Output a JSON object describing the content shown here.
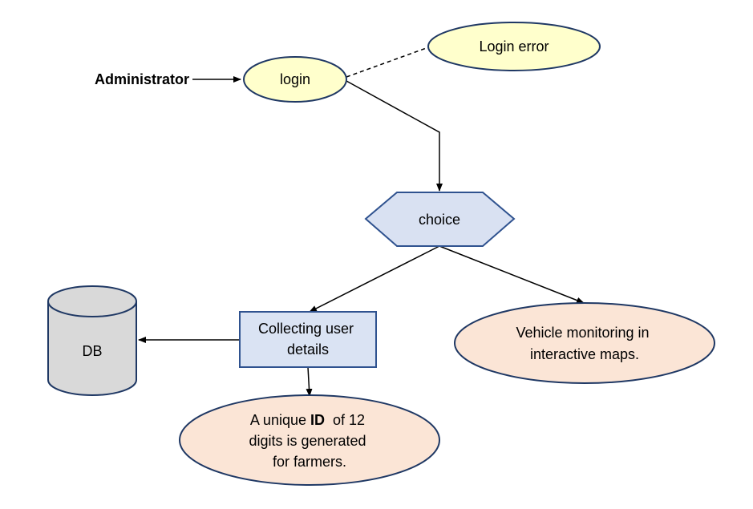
{
  "actor": {
    "label": "Administrator"
  },
  "nodes": {
    "login": {
      "label": "login"
    },
    "login_error": {
      "label": "Login error"
    },
    "choice": {
      "label": "choice"
    },
    "collecting": {
      "line1": "Collecting user",
      "line2": "details"
    },
    "db": {
      "label": "DB"
    },
    "vehicle": {
      "line1": "Vehicle monitoring in",
      "line2": "interactive maps."
    },
    "unique_id": {
      "line1_pre": "A unique ",
      "line1_bold": "ID",
      "line1_post": "  of 12",
      "line2": "digits is generated",
      "line3": "for farmers."
    }
  },
  "colors": {
    "yellow_fill": "#FFFFCC",
    "peach_fill": "#FBE5D6",
    "blue_fill": "#DAE3F3",
    "hexagon_fill": "#D9E1F2",
    "db_fill": "#D9D9D9",
    "stroke_blue": "#2F528F",
    "stroke_dark": "#1F3864",
    "line": "#000000"
  }
}
